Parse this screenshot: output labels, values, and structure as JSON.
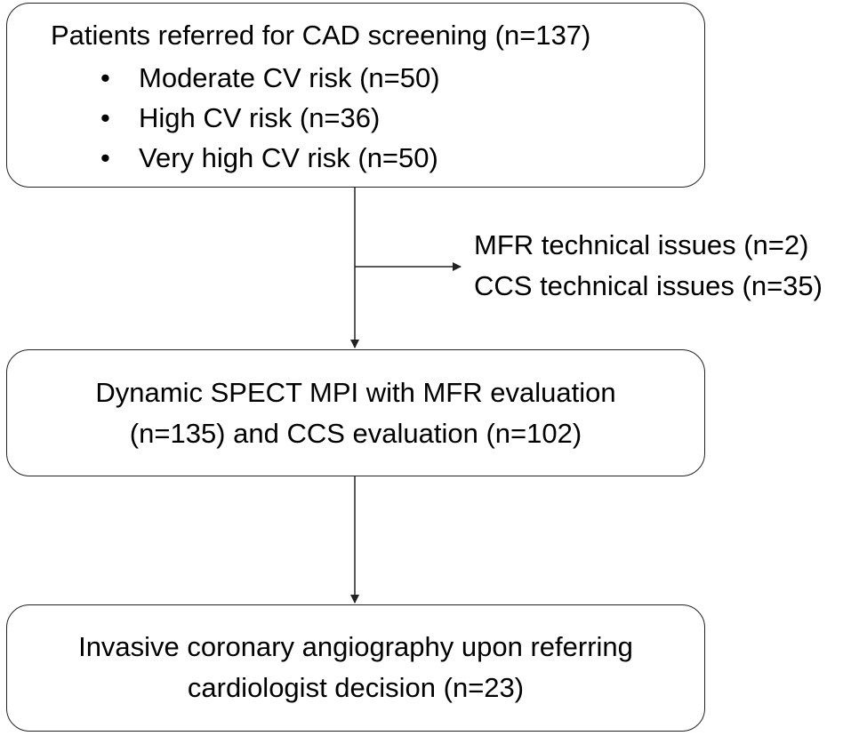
{
  "box1": {
    "title": "Patients referred for CAD screening (n=137)",
    "bullets": [
      "Moderate CV risk (n=50)",
      "High CV risk (n=36)",
      "Very high CV risk (n=50)"
    ],
    "bullet_glyph": "•"
  },
  "exclusions": [
    "MFR technical issues (n=2)",
    "CCS technical issues (n=35)"
  ],
  "box2": {
    "lines": [
      "Dynamic SPECT MPI with MFR evaluation",
      "(n=135) and CCS evaluation (n=102)"
    ]
  },
  "box3": {
    "lines": [
      "Invasive coronary angiography upon referring",
      "cardiologist decision (n=23)"
    ]
  }
}
